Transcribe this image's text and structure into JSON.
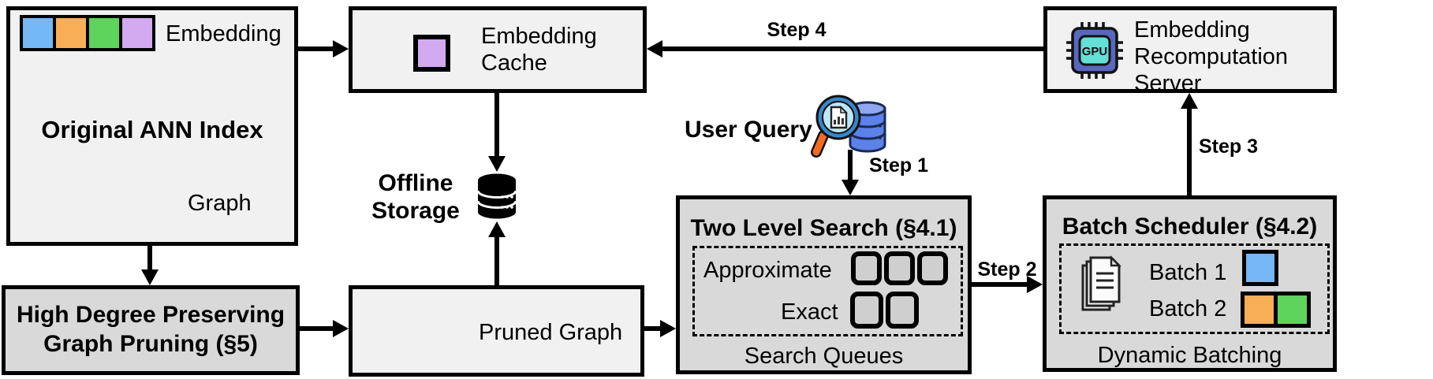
{
  "diagram": {
    "original_index": {
      "embedding_label": "Embedding",
      "title": "Original ANN Index",
      "graph_label": "Graph",
      "embedding_colors": [
        "#76b7f5",
        "#f7ae57",
        "#5ed45c",
        "#d3aaf0"
      ]
    },
    "pruning": {
      "line1": "High Degree Preserving",
      "line2": "Graph Pruning (§5)"
    },
    "embedding_cache": {
      "label": "Embedding Cache"
    },
    "offline_storage": {
      "label": "Offline Storage"
    },
    "pruned_graph": {
      "label": "Pruned Graph"
    },
    "user_query": {
      "label": "User Query"
    },
    "two_level_search": {
      "title": "Two Level Search (§4.1)",
      "row1": "Approximate",
      "row2": "Exact",
      "caption": "Search Queues",
      "approximate_slots": 3,
      "exact_slots": 2
    },
    "batch_scheduler": {
      "title": "Batch Scheduler (§4.2)",
      "row1": "Batch 1",
      "row2": "Batch 2",
      "caption": "Dynamic Batching",
      "batch1_colors": [
        "#76b7f5"
      ],
      "batch2_colors": [
        "#f7ae57",
        "#5ed45c"
      ]
    },
    "server": {
      "label": "Embedding Recomputation Server",
      "chip": "GPU"
    },
    "steps": {
      "s1": "Step 1",
      "s2": "Step 2",
      "s3": "Step 3",
      "s4": "Step 4"
    },
    "colors": {
      "node_blue": "#76b7f5",
      "node_orange": "#f7ae57",
      "node_green": "#5ed45c",
      "node_purple": "#d3aaf0",
      "box_light": "#f1f1f1",
      "box_dark": "#d9d9d9",
      "query_db_blue": "#5c82e8",
      "magnifier_handle_orange": "#f46a22",
      "gpu_body": "#5868bf",
      "gpu_screen": "#64e0d6"
    }
  }
}
